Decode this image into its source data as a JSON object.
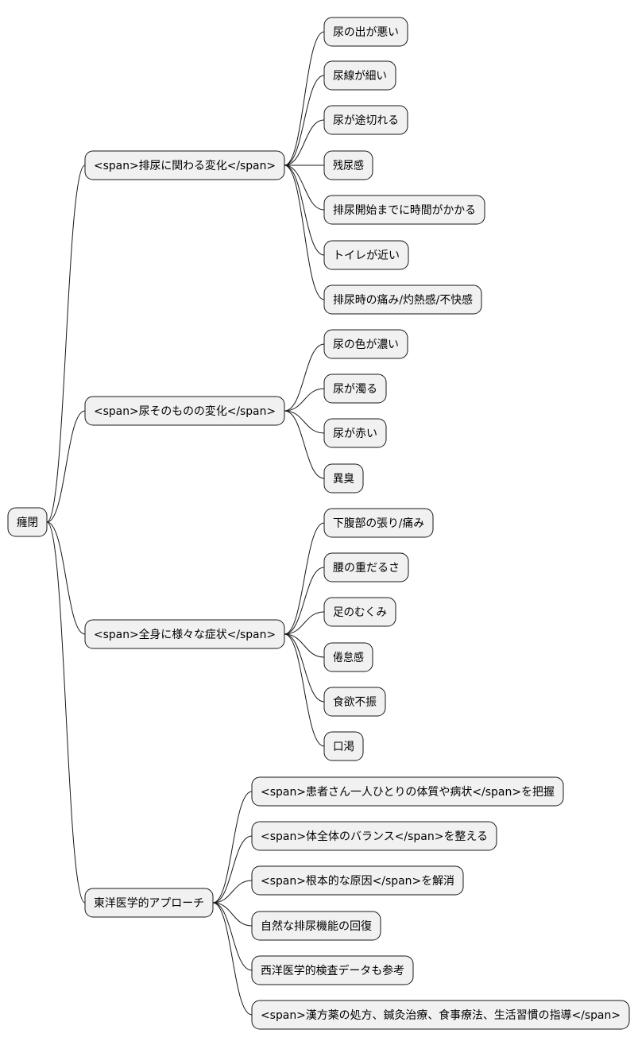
{
  "colors": {
    "node_fill": "#f1f1f1",
    "node_stroke": "#181818",
    "edge": "#181818",
    "text": "#000000"
  },
  "root": {
    "label": "癃閉",
    "children": [
      {
        "label": "<span>排尿に関わる変化</span>",
        "children": [
          {
            "label": "尿の出が悪い"
          },
          {
            "label": "尿線が細い"
          },
          {
            "label": "尿が途切れる"
          },
          {
            "label": "残尿感"
          },
          {
            "label": "排尿開始までに時間がかかる"
          },
          {
            "label": "トイレが近い"
          },
          {
            "label": "排尿時の痛み/灼熱感/不快感"
          }
        ]
      },
      {
        "label": "<span>尿そのものの変化</span>",
        "children": [
          {
            "label": "尿の色が濃い"
          },
          {
            "label": "尿が濁る"
          },
          {
            "label": "尿が赤い"
          },
          {
            "label": "異臭"
          }
        ]
      },
      {
        "label": "<span>全身に様々な症状</span>",
        "children": [
          {
            "label": "下腹部の張り/痛み"
          },
          {
            "label": "腰の重だるさ"
          },
          {
            "label": "足のむくみ"
          },
          {
            "label": "倦怠感"
          },
          {
            "label": "食欲不振"
          },
          {
            "label": "口渇"
          }
        ]
      },
      {
        "label": "東洋医学的アプローチ",
        "children": [
          {
            "label": "<span>患者さん一人ひとりの体質や病状</span>を把握"
          },
          {
            "label": "<span>体全体のバランス</span>を整える"
          },
          {
            "label": "<span>根本的な原因</span>を解消"
          },
          {
            "label": "自然な排尿機能の回復"
          },
          {
            "label": "西洋医学的検査データも参考"
          },
          {
            "label": "<span>漢方薬の処方、鍼灸治療、食事療法、生活習慣の指導</span>"
          }
        ]
      }
    ]
  }
}
